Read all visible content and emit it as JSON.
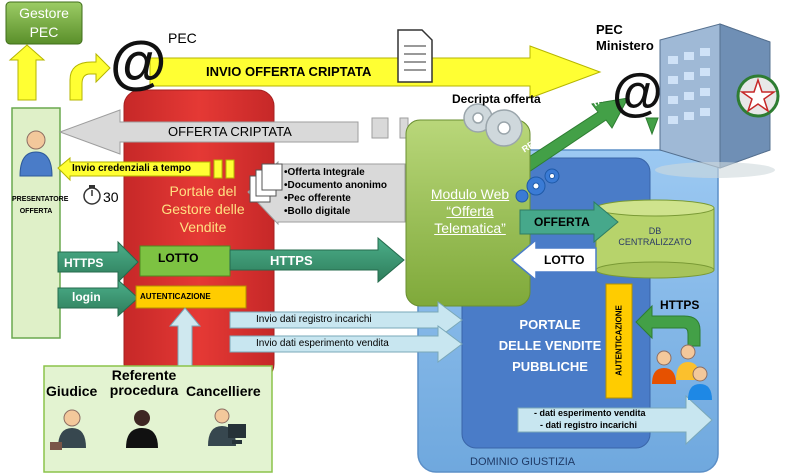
{
  "gestore_pec": {
    "line1": "Gestore",
    "line2": "PEC"
  },
  "pec_label": "PEC",
  "pec_ministero": {
    "line1": "PEC",
    "line2": "Ministero"
  },
  "invio_offerta": "INVIO OFFERTA CRIPTATA",
  "decripta": "Decripta offerta",
  "offerta_criptata": "OFFERTA CRIPTATA",
  "recupera": "RECUPERA OFFERTA",
  "presentatore": {
    "line1": "PRESENTATORE",
    "line2": "OFFERTA"
  },
  "invio_credenziali": "Invio credenziali a tempo",
  "timer": "30",
  "portale_gestore": {
    "line1": "Portale del",
    "line2": "Gestore delle",
    "line3": "Vendite"
  },
  "docs": [
    "•Offerta Integrale",
    "•Documento anonimo",
    "•Pec offerente",
    "•Bollo digitale"
  ],
  "modulo_web": {
    "line1": "Modulo Web",
    "line2": "“Offerta",
    "line3": "Telematica”"
  },
  "offerta_arrow": "OFFERTA",
  "lotto_arrow": "LOTTO",
  "db": {
    "line1": "DB",
    "line2": "CENTRALIZZATO"
  },
  "https": "HTTPS",
  "login": "login",
  "lotto": "LOTTO",
  "autenticazione": "AUTENTICAZIONE",
  "invio_registro": "Invio dati  registro incarichi",
  "invio_esperimento": "Invio dati  esperimento vendita",
  "portale_vendite": {
    "line1": "PORTALE",
    "line2": "DELLE VENDITE",
    "line3": "PUBBLICHE"
  },
  "autenticazione_v": "AUTENTICAZIONE",
  "https_right": "HTTPS",
  "referente": {
    "line1": "Referente",
    "line2": "procedura"
  },
  "giudice": "Giudice",
  "cancelliere": "Cancelliere",
  "dati_esperimento": "- dati esperimento vendita",
  "dati_registro": "- dati registro incarichi",
  "dominio": "DOMINIO GIUSTIZIA"
}
